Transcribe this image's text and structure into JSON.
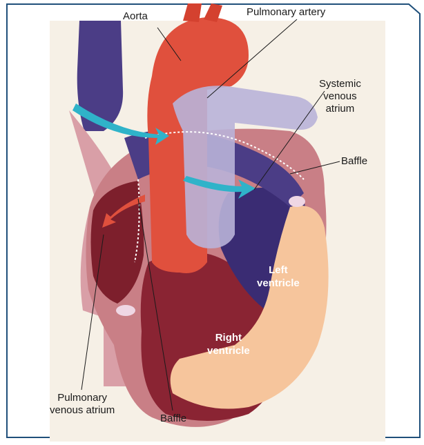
{
  "labels": {
    "aorta": "Aorta",
    "pulmonary_artery": "Pulmonary artery",
    "systemic_venous_atrium": [
      "Systemic",
      "venous",
      "atrium"
    ],
    "baffle_right": "Baffle",
    "pulmonary_venous_atrium": [
      "Pulmonary",
      "venous atrium"
    ],
    "baffle_bottom": "Baffle",
    "left_ventricle": [
      "Left",
      "ventricle"
    ],
    "right_ventricle": [
      "Right",
      "ventricle"
    ]
  },
  "colors": {
    "frame_border": "#1f4f7a",
    "panel_bg": "#f6f0e6",
    "aorta_red": "#e0503d",
    "pulmonary_lavender": "#b9b3d8",
    "deep_purple": "#3a2c73",
    "chamber_red": "#7d1f2c",
    "myocardium_peach": "#f6c59c",
    "arrow_cyan": "#2fb3c9"
  }
}
